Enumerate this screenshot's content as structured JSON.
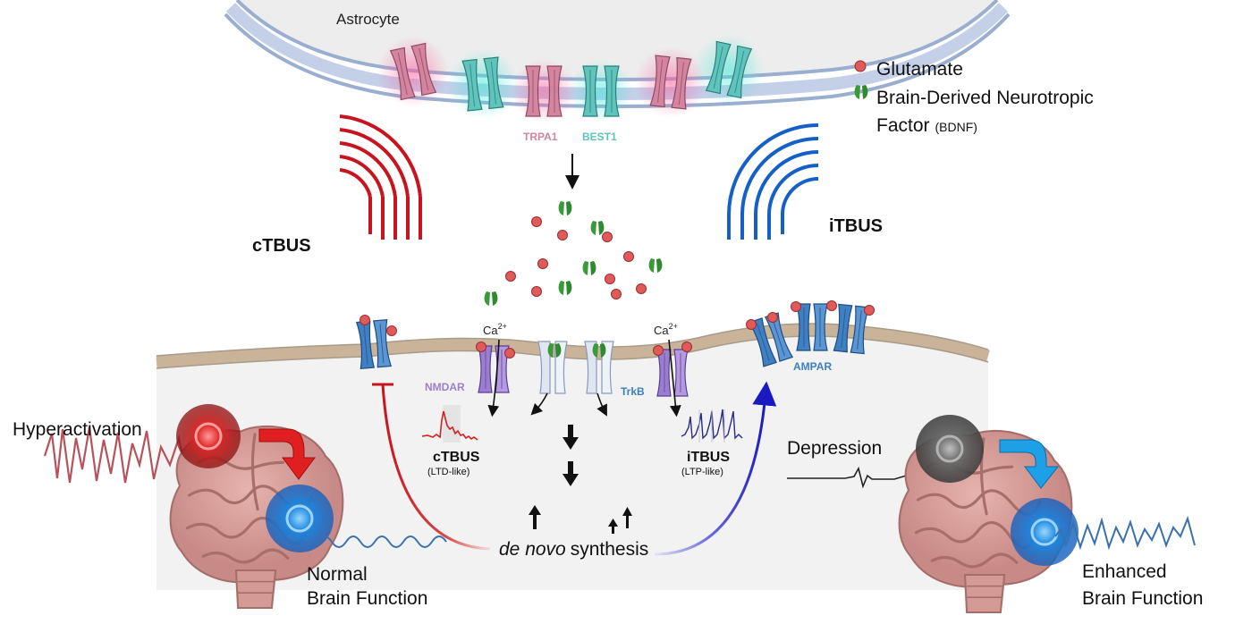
{
  "astrocyte": {
    "label": "Astrocyte",
    "channel_a": "TRPA1",
    "channel_b": "BEST1"
  },
  "legend": {
    "glutamate": "Glutamate",
    "bdnf_line1": "Brain-Derived Neurotropic",
    "bdnf_line2": "Factor",
    "bdnf_abbr": "(BDNF)"
  },
  "stimulation": {
    "left": "cTBUS",
    "right": "iTBUS"
  },
  "receptors": {
    "ca": "Ca",
    "ca_sup": "2+",
    "nmdar": "NMDAR",
    "trkb": "TrkB",
    "ampar": "AMPAR"
  },
  "traces": {
    "left_name": "cTBUS",
    "left_sub": "(LTD-like)",
    "right_name": "iTBUS",
    "right_sub": "(LTP-like)"
  },
  "synthesis": {
    "italic": "de novo",
    "text": "synthesis"
  },
  "states": {
    "hyper": "Hyperactivation",
    "normal_1": "Normal",
    "normal_2": "Brain Function",
    "depression": "Depression",
    "enhanced_1": "Enhanced",
    "enhanced_2": "Brain Function"
  },
  "colors": {
    "trpa1": "#d4849e",
    "best1": "#5ec4bc",
    "nmdar": "#9a7fd0",
    "ampar": "#3f7fc2",
    "trkb": "#dfe6f2",
    "glutamate": "#e05a5a",
    "bdnf": "#3a9a3a",
    "ctbus": "#c8141e",
    "itbus": "#1560c8"
  }
}
